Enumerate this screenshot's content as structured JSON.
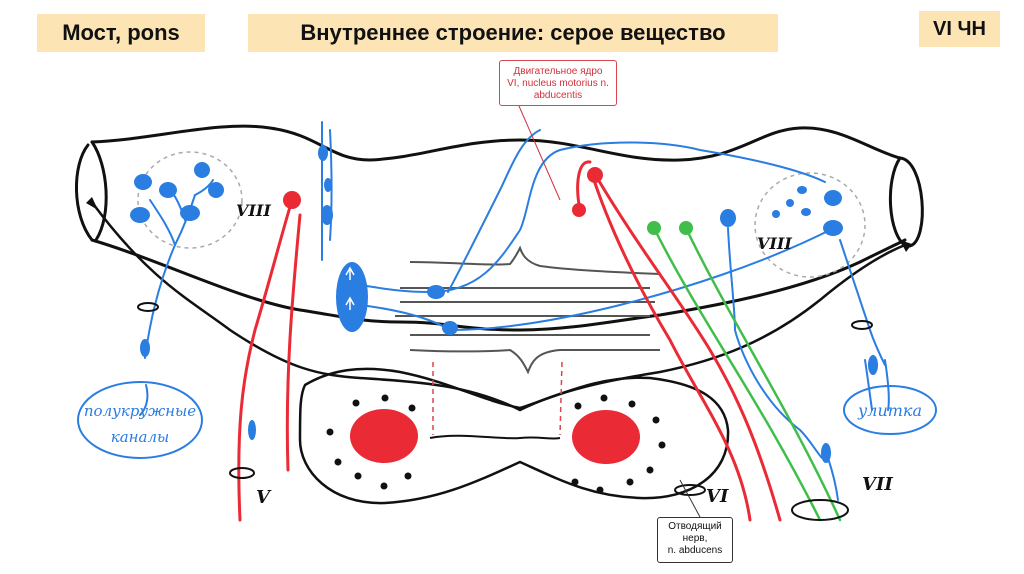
{
  "header": {
    "left_title": "Мост, pons",
    "center_title": "Внутреннее строение: серое вещество",
    "right_title": "VI ЧН"
  },
  "callouts": {
    "motor_nucleus": [
      "Двигательное ядро",
      "VI, nucleus motorius n.",
      "abducentis"
    ],
    "abducens_nerve": [
      "Отводящий",
      "нерв,",
      "n. abducens"
    ]
  },
  "labels": {
    "roman_viii_left": "VIII",
    "roman_viii_right": "VIII",
    "roman_v": "V",
    "roman_vi": "VI",
    "roman_vii": "VII",
    "semicircular": [
      "полукружные",
      "каналы"
    ],
    "cochlea": "улитка"
  },
  "colors": {
    "title_bg": "#fde4b5",
    "blue": "#2a7de1",
    "red": "#ea2a35",
    "green": "#3fbf4a",
    "outline": "#111111",
    "gray": "#555555"
  }
}
